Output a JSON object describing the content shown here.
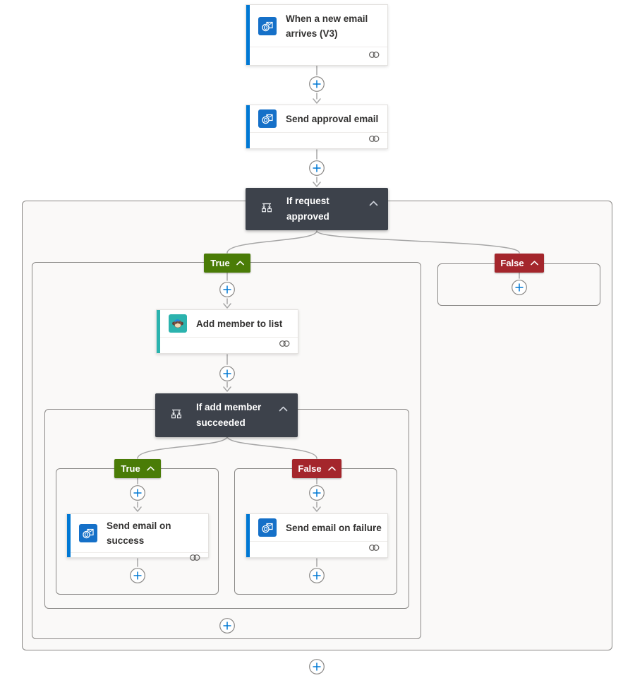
{
  "app": "flow-designer",
  "colors": {
    "accent_blue": "#0078d4",
    "outlook_tile_blue": "#1570c8",
    "mailchimp_teal": "#2bb3ae",
    "true_green": "#4a7c07",
    "false_red": "#a4262c",
    "condition_dark": "#3d424b",
    "scope_background": "#faf9f8",
    "scope_border": "#8a8886",
    "connector_gray": "#a6a6a6"
  },
  "nodes": {
    "trigger": {
      "title": "When a new email arrives (V3)",
      "icon": "outlook-icon"
    },
    "send_approval": {
      "title": "Send approval email",
      "icon": "outlook-icon"
    },
    "if_request": {
      "title": "If request approved",
      "icon": "condition-icon"
    },
    "add_member": {
      "title": "Add member to list",
      "icon": "mailchimp-icon"
    },
    "if_add_member": {
      "title": "If add member succeeded",
      "icon": "condition-icon"
    },
    "send_success": {
      "title": "Send email on success",
      "icon": "outlook-icon"
    },
    "send_failure": {
      "title": "Send email on failure",
      "icon": "outlook-icon"
    }
  },
  "badges": {
    "outer_true": "True",
    "outer_false": "False",
    "inner_true": "True",
    "inner_false": "False"
  }
}
